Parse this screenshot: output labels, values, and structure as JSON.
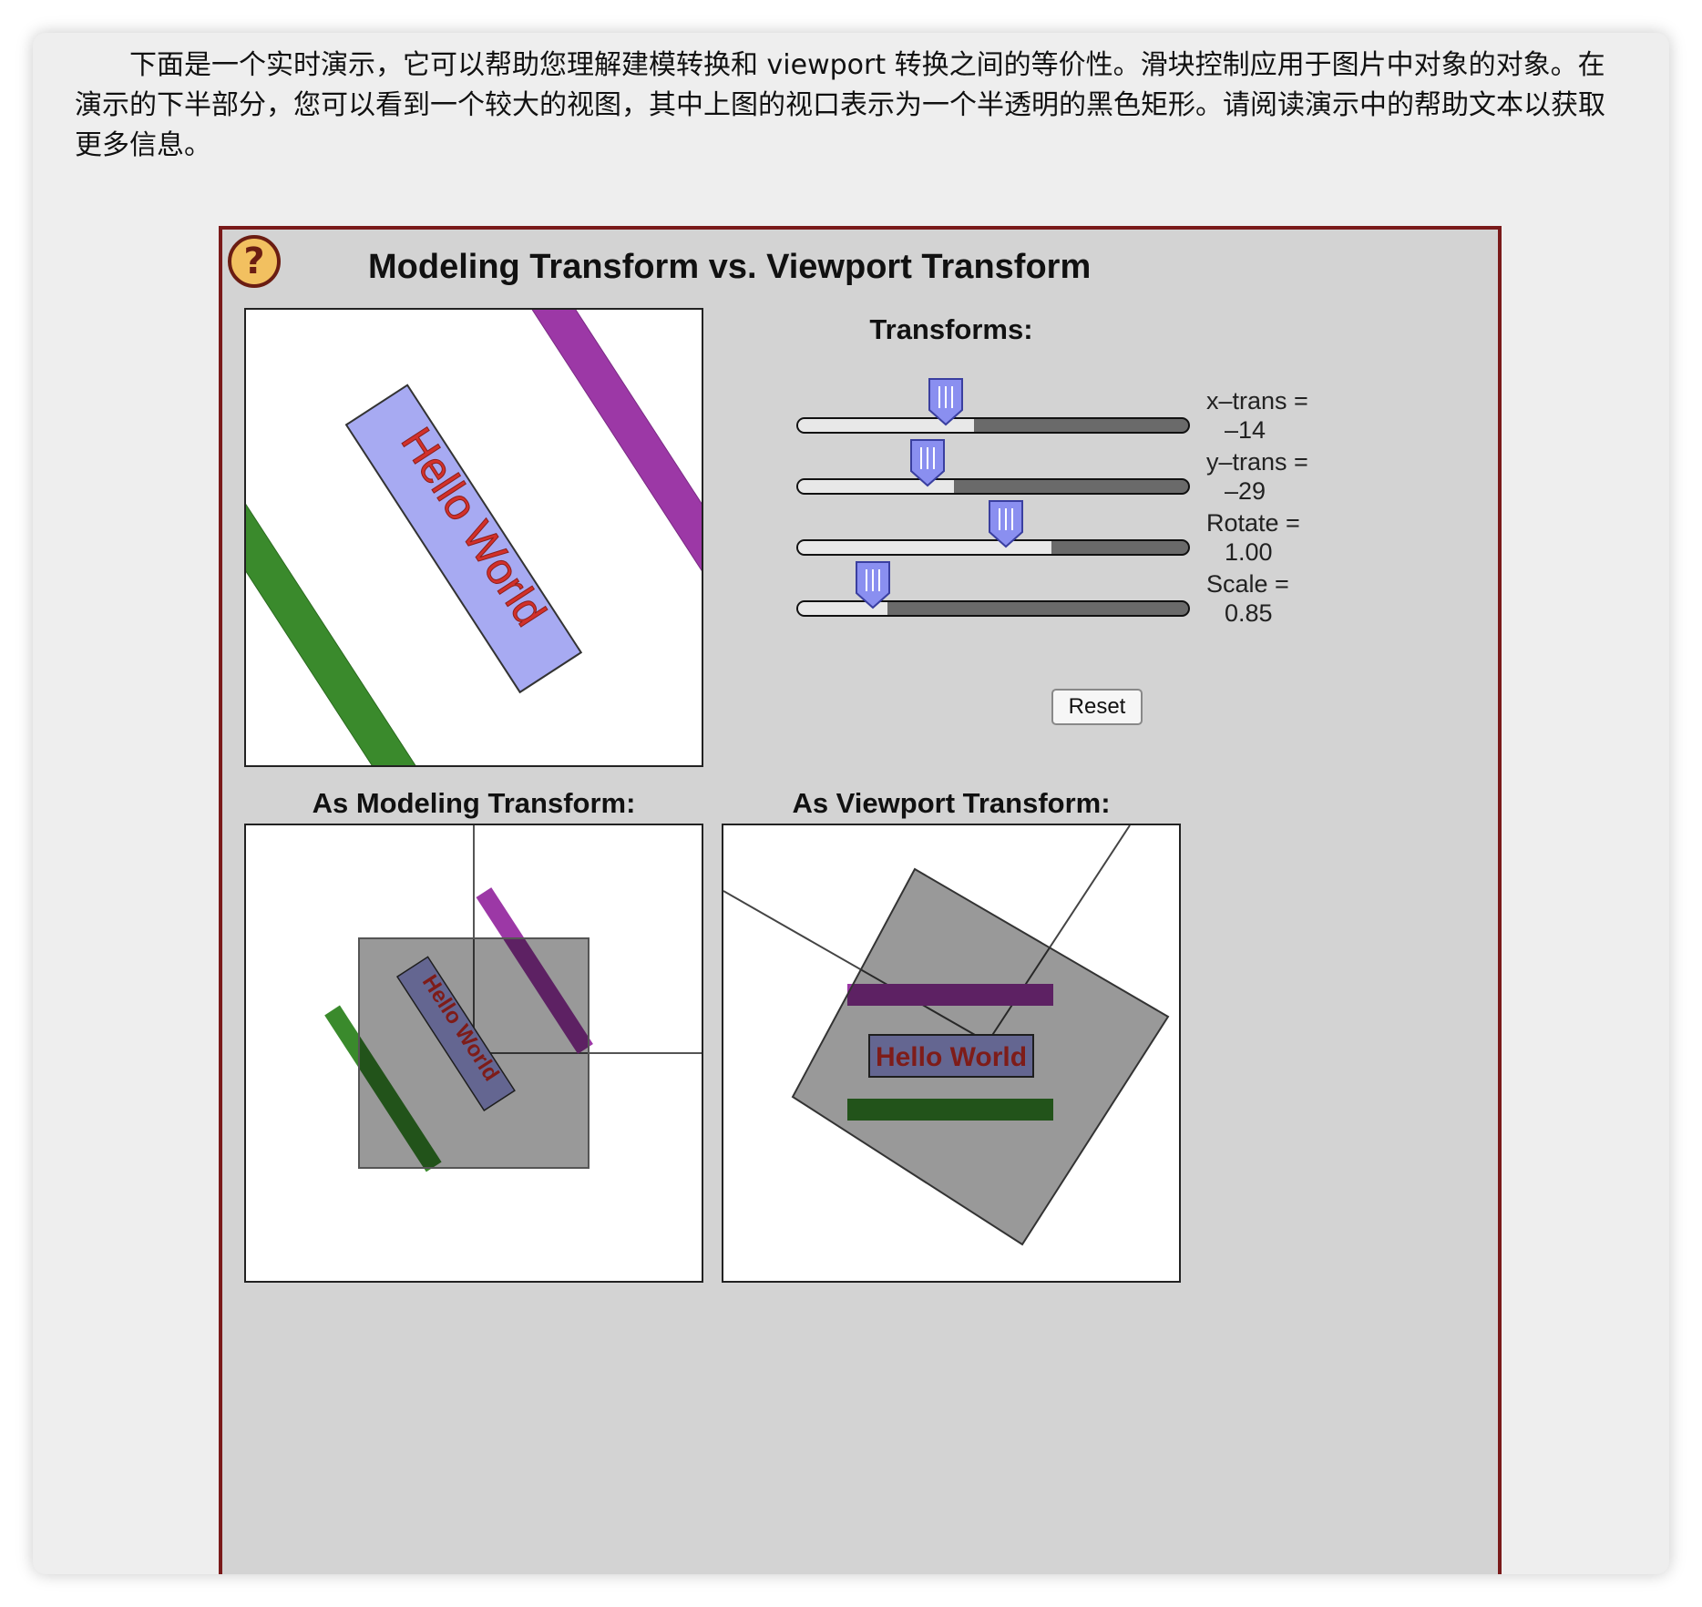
{
  "intro_text": "下面是一个实时演示，它可以帮助您理解建模转换和 viewport 转换之间的等价性。滑块控制应用于图片中对象的对象。在演示的下半部分，您可以看到一个较大的视图，其中上图的视口表示为一个半透明的黑色矩形。请阅读演示中的帮助文本以获取更多信息。",
  "applet": {
    "help_symbol": "?",
    "title": "Modeling Transform vs. Viewport Transform",
    "transforms_label": "Transforms:",
    "sliders": [
      {
        "label": "x–trans =",
        "value": "–14",
        "fraction": 0.45
      },
      {
        "label": "y–trans =",
        "value": "–29",
        "fraction": 0.4
      },
      {
        "label": "Rotate =",
        "value": "1.00",
        "fraction": 0.65
      },
      {
        "label": "Scale =",
        "value": "0.85",
        "fraction": 0.23
      }
    ],
    "reset_label": "Reset",
    "modeling_label": "As Modeling Transform:",
    "viewport_label": "As Viewport Transform:",
    "scene_text": "Hello World"
  },
  "colors": {
    "frame": "#7a1a1a",
    "green_bar": "#3a8a2c",
    "purple_bar": "#9c38a6",
    "text_box": "#a7aaf2",
    "text": "#d2302a",
    "thumb": "#8a8ff0"
  }
}
